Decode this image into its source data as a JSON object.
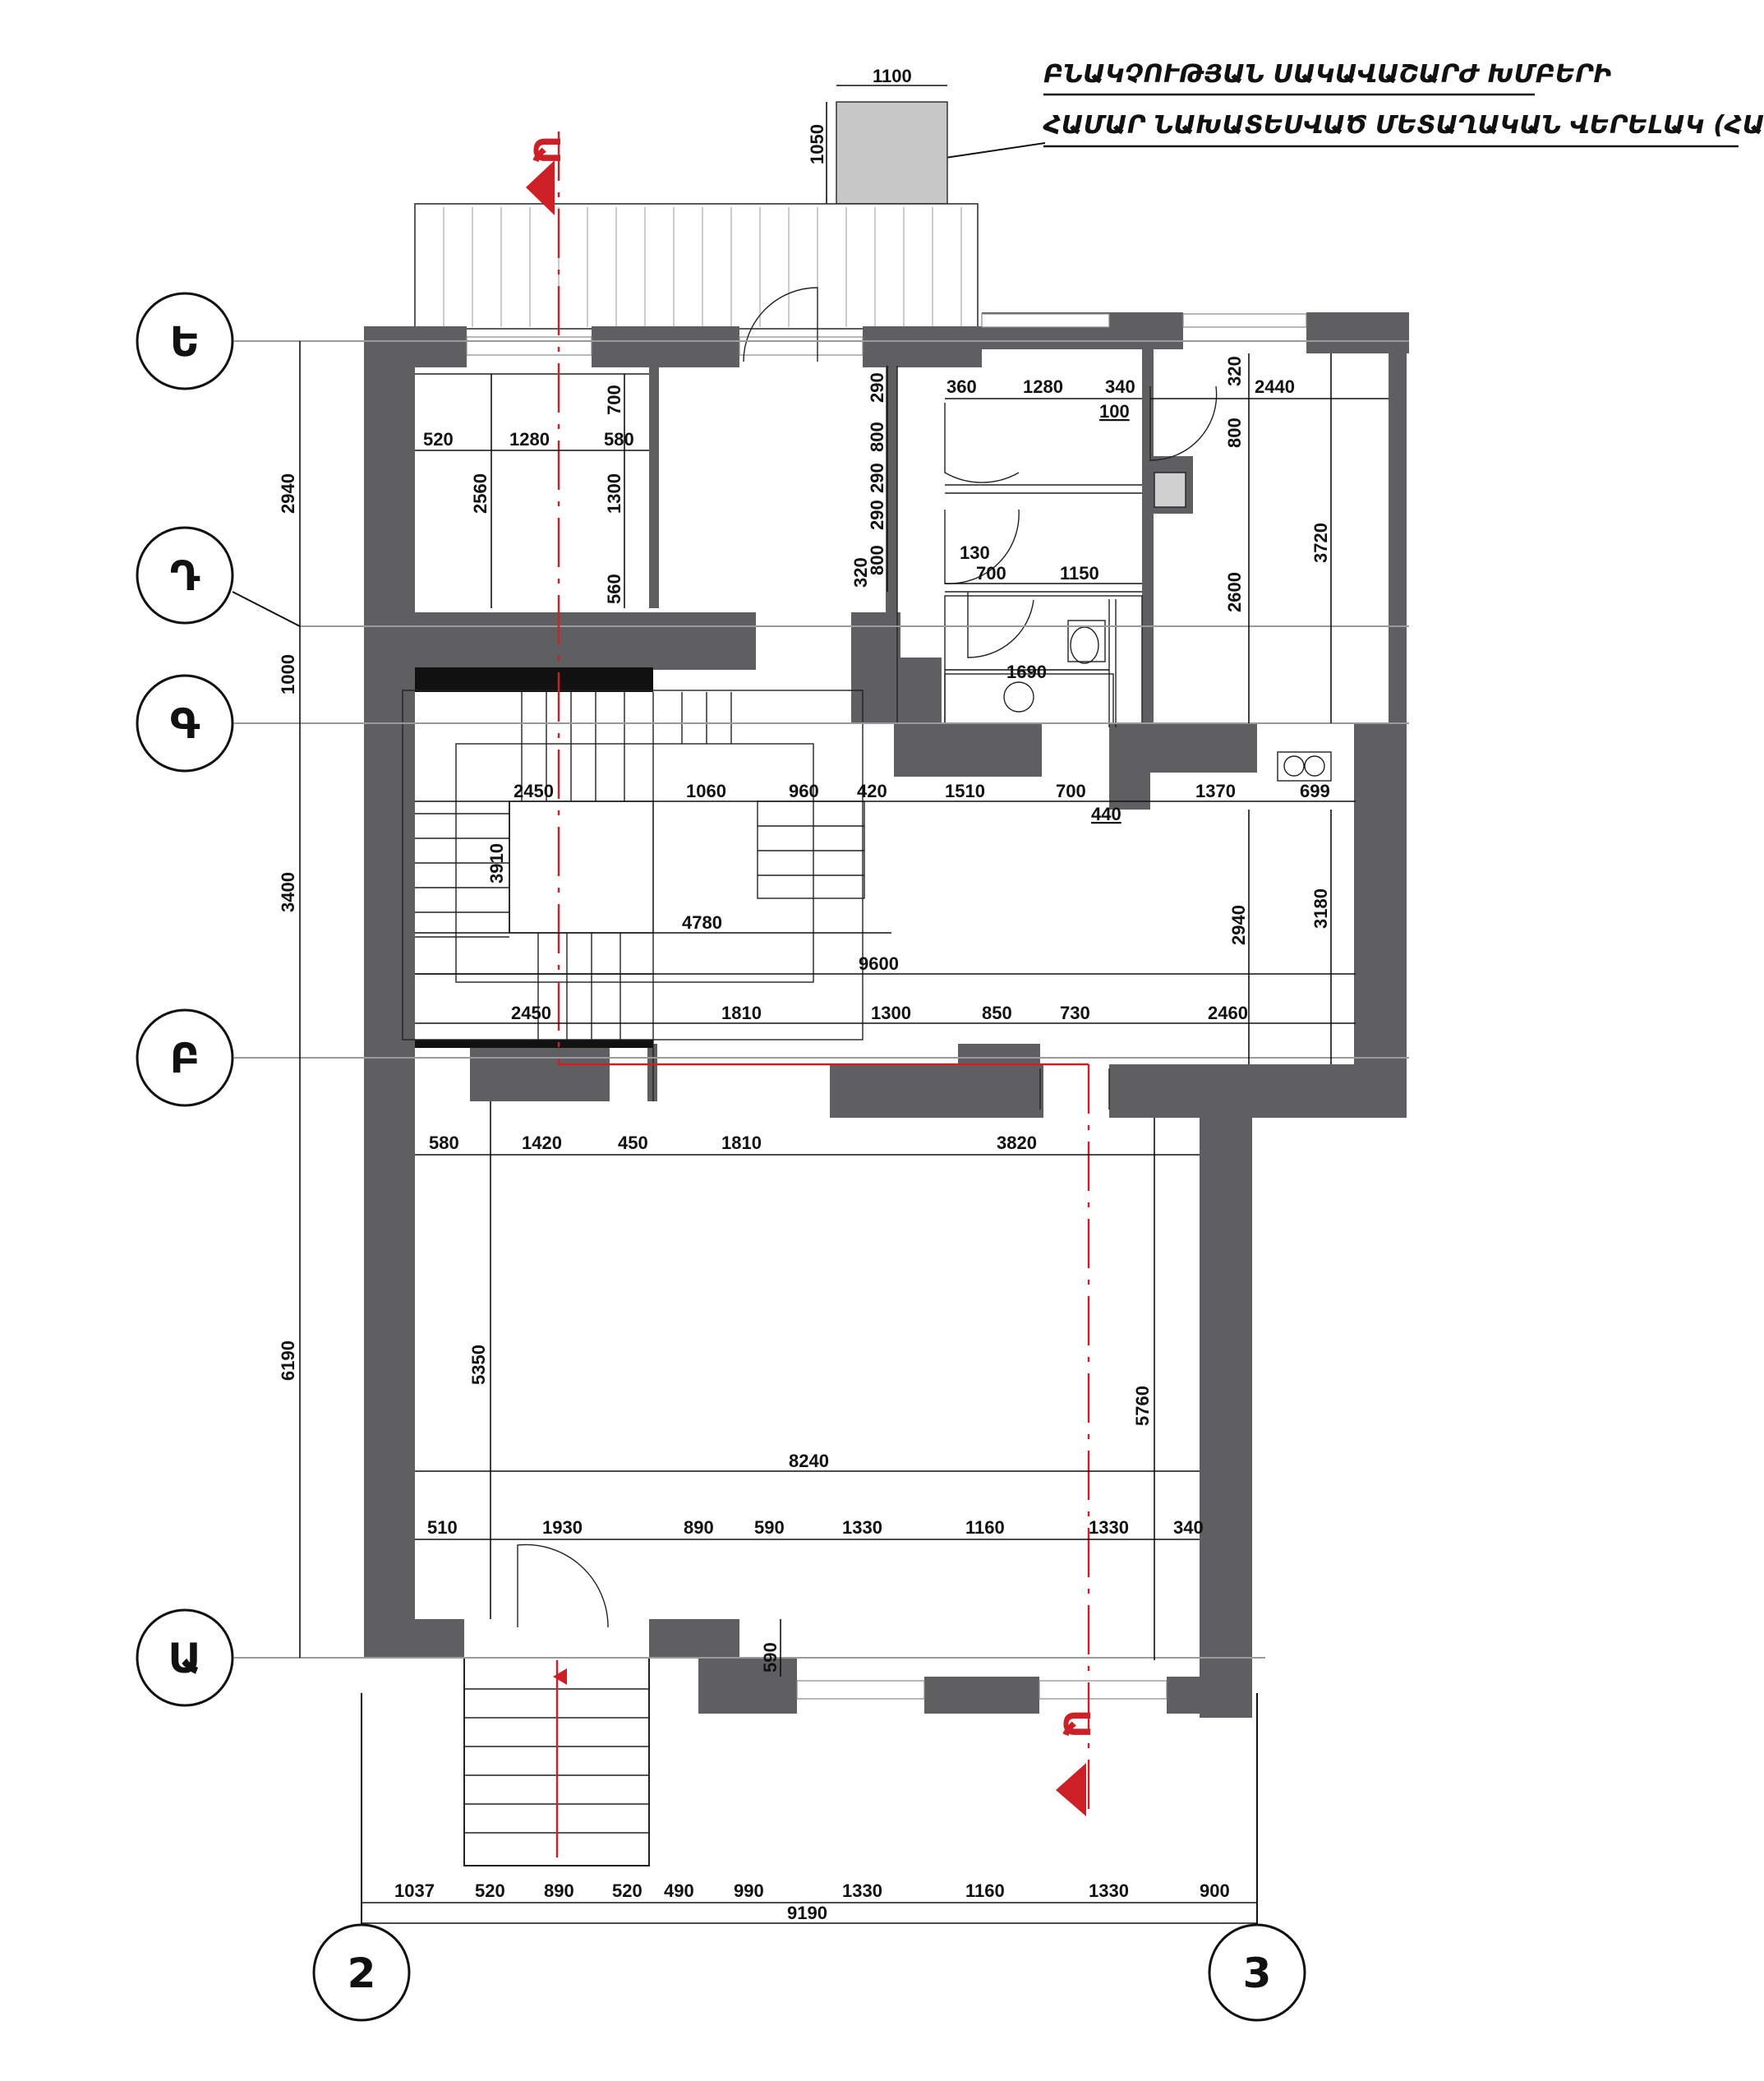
{
  "note": {
    "line1": "ԲՆԱԿՉՈՒԹՅԱՆ ՍԱԿԱՎԱՇԱՐԺ ԽՄԲԵՐԻ",
    "line2": "ՀԱՄԱՐ ՆԱԽԱՏԵՍՎԱԾ ՄԵՏԱՂԱԿԱՆ ՎԵՐԵԼԱԿ (ՀԱՐԹԱԿ)"
  },
  "section_marks": {
    "top": "Ա",
    "bottom": "Ա"
  },
  "axes": {
    "rows": [
      "Ե",
      "Դ",
      "Գ",
      "Բ",
      "Ա"
    ],
    "columns": [
      "2",
      "3"
    ]
  },
  "dims": {
    "lift_w": "1100",
    "lift_h": "1050",
    "left_2940": "2940",
    "left_1000": "1000",
    "left_3400": "3400",
    "left_6190": "6190",
    "r1_520": "520",
    "r1_1280": "1280",
    "r1_580": "580",
    "v_700": "700",
    "v_2560": "2560",
    "v_1300": "1300",
    "v_560": "560",
    "v_290a": "290",
    "v_800a": "800",
    "v_290b": "290",
    "v_290c": "290",
    "v_800b": "800",
    "v_320a": "320",
    "b_360": "360",
    "b_1280": "1280",
    "b_340": "340",
    "b_100": "100",
    "b_320": "320",
    "b_2440": "2440",
    "b_800": "800",
    "b_3720": "3720",
    "b_2600": "2600",
    "b_130": "130",
    "b_700": "700",
    "b_1150": "1150",
    "b_1690": "1690",
    "s_2450": "2450",
    "s_1060": "1060",
    "s_960": "960",
    "s_420": "420",
    "s_1510": "1510",
    "s_700": "700",
    "s_1370": "1370",
    "s_699": "699",
    "s_440": "440",
    "s_3910": "3910",
    "s_4780": "4780",
    "s_2940": "2940",
    "s_3180": "3180",
    "s_9600": "9600",
    "c_2450": "2450",
    "c_1810": "1810",
    "c_1300": "1300",
    "c_850": "850",
    "c_730": "730",
    "c_2460": "2460",
    "m_580": "580",
    "m_1420": "1420",
    "m_450": "450",
    "m_1810": "1810",
    "m_3820": "3820",
    "m_5350": "5350",
    "m_5760": "5760",
    "m_8240": "8240",
    "l_510": "510",
    "l_1930": "1930",
    "l_890": "890",
    "l_590": "590",
    "l_1330a": "1330",
    "l_1160": "1160",
    "l_1330b": "1330",
    "l_340": "340",
    "l_590v": "590",
    "bt_1037": "1037",
    "bt_520a": "520",
    "bt_890": "890",
    "bt_520b": "520",
    "bt_490": "490",
    "bt_990": "990",
    "bt_1330a": "1330",
    "bt_1160": "1160",
    "bt_1330b": "1330",
    "bt_900": "900",
    "total": "9190"
  }
}
